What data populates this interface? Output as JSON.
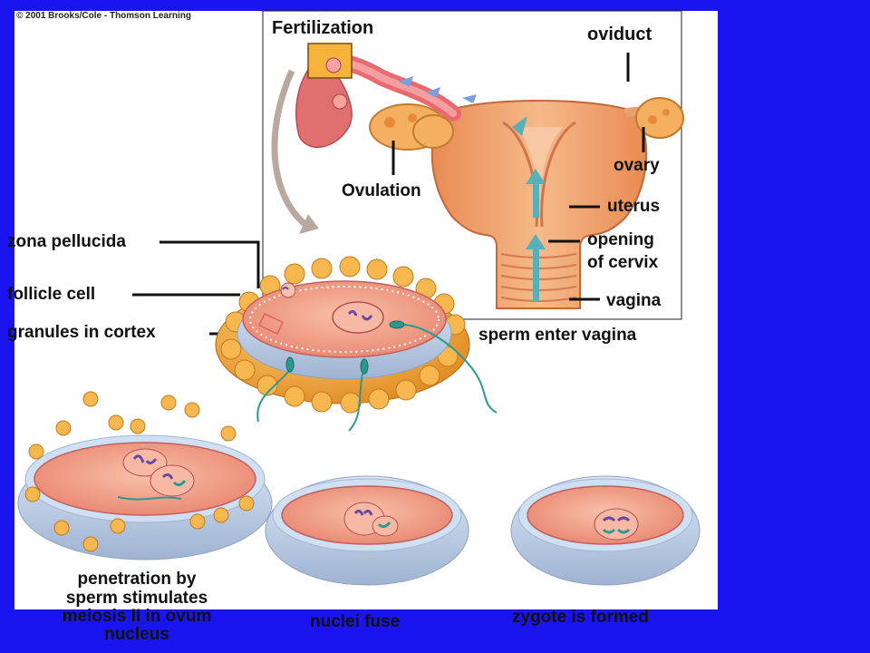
{
  "copyright": "© 2001 Brooks/Cole - Thomson Learning",
  "labels": {
    "fertilization": "Fertilization",
    "oviduct": "oviduct",
    "ovary": "ovary",
    "ovulation": "Ovulation",
    "uterus": "uterus",
    "opening_line1": "opening",
    "opening_line2": "of cervix",
    "vagina": "vagina",
    "sperm_enter": "sperm enter vagina",
    "zona": "zona pellucida",
    "follicle": "follicle cell",
    "granules": "granules in cortex"
  },
  "captions": {
    "penetration_line1": "penetration by",
    "penetration_line2": "sperm stimulates",
    "penetration_line3": "meiosis II in ovum",
    "penetration_line4": "nucleus",
    "nuclei_fuse": "nuclei fuse",
    "zygote": "zygote is formed"
  },
  "colors": {
    "background": "#1a14f0",
    "panel": "#ffffff",
    "uterus": "#f2a870",
    "cell": "#f3a58c",
    "zona": "#c9d9ee",
    "follicle": "#f0a23a",
    "chromosome_purple": "#6a4aa0",
    "chromosome_teal": "#2a9a90"
  }
}
